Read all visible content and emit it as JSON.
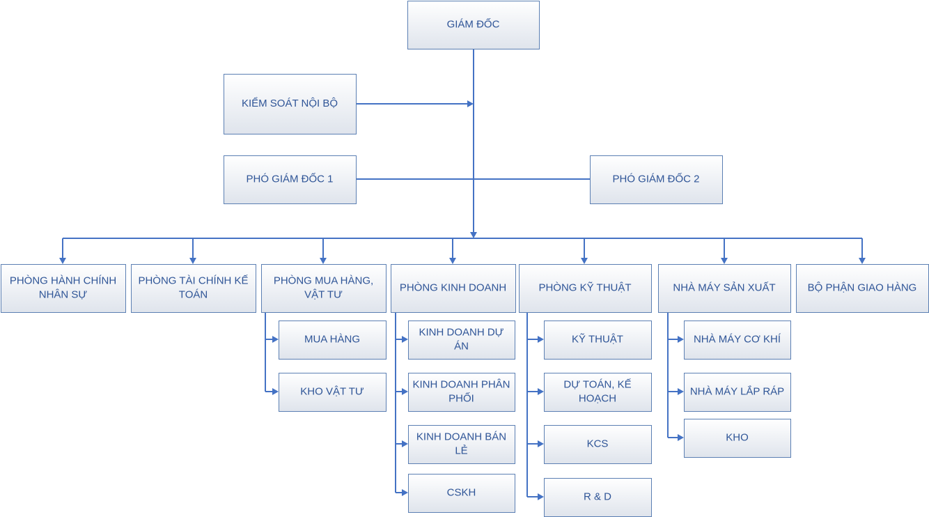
{
  "nodes": {
    "giam_doc": [
      "GIÁM ĐỐC"
    ],
    "kiem_soat": [
      "KIỂM SOÁT NỘI BỘ"
    ],
    "pgd1": [
      "PHÓ GIÁM ĐỐC 1"
    ],
    "pgd2": [
      "PHÓ GIÁM ĐỐC 2"
    ],
    "phong_hcns": [
      "PHÒNG HÀNH CHÍNH",
      "NHÂN SỰ"
    ],
    "phong_tckt": [
      "PHÒNG TÀI CHÍNH KẾ",
      "TOÁN"
    ],
    "phong_mhvt": [
      "PHÒNG MUA HÀNG,",
      "VẬT TƯ"
    ],
    "phong_kd": [
      "PHÒNG KINH DOANH"
    ],
    "phong_kt": [
      "PHÒNG KỸ THUẬT"
    ],
    "nha_may_sx": [
      "NHÀ MÁY SẢN XUẤT"
    ],
    "bo_phan_gh": [
      "BỘ PHẬN GIAO HÀNG"
    ],
    "mua_hang": [
      "MUA HÀNG"
    ],
    "kho_vat_tu": [
      "KHO VẬT TƯ"
    ],
    "kd_du_an": [
      "KINH DOANH DỰ",
      "ÁN"
    ],
    "kd_phan_phoi": [
      "KINH DOANH PHÂN",
      "PHỐI"
    ],
    "kd_ban_le": [
      "KINH DOANH BÁN",
      "LẺ"
    ],
    "cskh": [
      "CSKH"
    ],
    "ky_thuat": [
      "KỸ THUẬT"
    ],
    "du_toan": [
      "DỰ TOÁN, KẾ",
      "HOẠCH"
    ],
    "kcs": [
      "KCS"
    ],
    "r_and_d": [
      "R & D"
    ],
    "nm_co_khi": [
      "NHÀ MÁY CƠ KHÍ"
    ],
    "nm_lap_rap": [
      "NHÀ MÁY LẮP RÁP"
    ],
    "kho": [
      "KHO"
    ]
  },
  "colors": {
    "box_border": "#5b7fb3",
    "box_fill_top": "#ffffff",
    "box_fill_bottom": "#dfe4ec",
    "text": "#2f5597",
    "connector": "#4472c4"
  }
}
